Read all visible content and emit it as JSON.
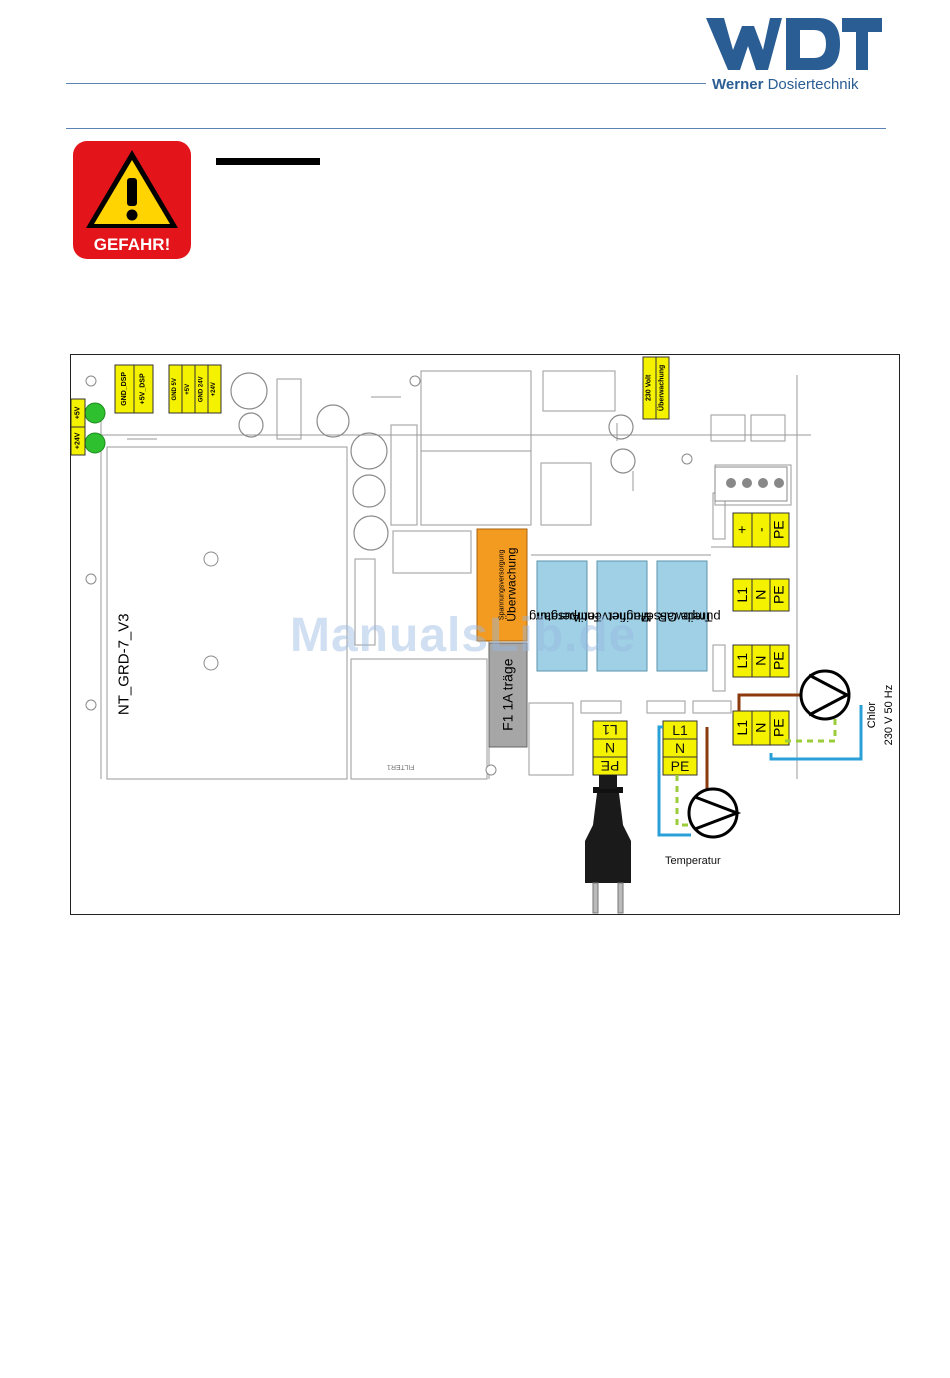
{
  "header": {
    "brand_name_bold": "Werner",
    "brand_name_rest": "Dosiertechnik",
    "logo_letters": "WDT"
  },
  "warning": {
    "label": "GEFAHR!"
  },
  "board": {
    "model": "NT_GRD-7_V3",
    "jumper_labels": [
      "+5V",
      "+24V"
    ],
    "top_terminal_1": [
      "GND_DSP",
      "+5V_DSP"
    ],
    "top_terminal_2": [
      "GND 5V",
      "+5V",
      "GND 24V",
      "+24V"
    ],
    "top_terminal_3": [
      "230 Volt",
      "Überwachung"
    ],
    "fuse": "F1 1A träge",
    "supply_monitor": [
      "Spannungsversorgung",
      "Überwachung"
    ],
    "outputs": [
      {
        "line1": "Ausgang",
        "line2": "Temperatur"
      },
      {
        "line1": "Magnetventil",
        "line2": "Purifier"
      },
      {
        "line1": "Treibwasser-",
        "line2": "pumpe GR"
      }
    ],
    "dc_terminal": [
      "+",
      "-",
      "PE"
    ],
    "ac_terminal": [
      "L1",
      "N",
      "PE"
    ],
    "filter_label": "FILTER1"
  },
  "connections": {
    "temperature_pump": "Temperatur",
    "chlorine_pump": "Chlor",
    "supply_spec": "230 V 50 Hz"
  },
  "watermark": "ManualsLib.de",
  "colors": {
    "accent_blue": "#2a5d93",
    "terminal_yellow": "#f5f200",
    "output_blue": "#9fd0e6",
    "monitor_orange": "#f39a21",
    "fuse_gray": "#a6a6a6",
    "wire_brown": "#8b3a0e",
    "wire_blue": "#2a9fd8",
    "wire_green_yellow": "#9bcd3a",
    "warning_red": "#e4141b",
    "led_green": "#2ec02e"
  }
}
